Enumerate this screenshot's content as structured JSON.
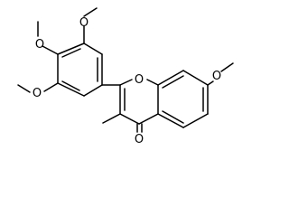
{
  "molecule": {
    "labels": {
      "methoxy_top_o": "O",
      "methoxy_upper_left_o": "O",
      "methoxy_lower_left_o": "O",
      "ring_oxygen": "O",
      "right_methoxy_o": "O",
      "carbonyl_o": "O"
    },
    "colors": {
      "bond": "#000000",
      "label": "#000000",
      "background": "#ffffff"
    }
  }
}
